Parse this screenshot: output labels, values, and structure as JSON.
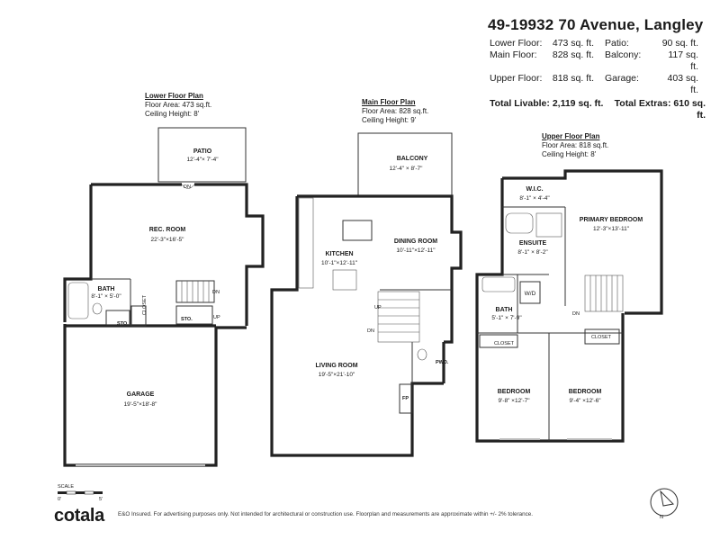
{
  "header": {
    "title": "49-19932 70 Avenue, Langley",
    "areas": [
      {
        "label": "Lower Floor:",
        "value": "473 sq. ft.",
        "label2": "Patio:",
        "value2": "90 sq. ft."
      },
      {
        "label": "Main Floor:",
        "value": "828 sq. ft.",
        "label2": "Balcony:",
        "value2": "117 sq. ft."
      },
      {
        "label": "Upper Floor:",
        "value": "818 sq. ft.",
        "label2": "Garage:",
        "value2": "403 sq. ft."
      }
    ],
    "total_livable_label": "Total Livable:",
    "total_livable_value": "2,119 sq. ft.",
    "total_extras_label": "Total Extras:",
    "total_extras_value": "610 sq. ft."
  },
  "floors": {
    "lower": {
      "title": "Lower Floor Plan",
      "area": "Floor Area: 473 sq.ft.",
      "ceiling": "Ceiling Height: 8'"
    },
    "main": {
      "title": "Main Floor Plan",
      "area": "Floor Area: 828 sq.ft.",
      "ceiling": "Ceiling Height: 9'"
    },
    "upper": {
      "title": "Upper Floor Plan",
      "area": "Floor Area: 818 sq.ft.",
      "ceiling": "Ceiling Height: 8'"
    }
  },
  "rooms": {
    "patio": {
      "name": "PATIO",
      "dims": "12'-4\"× 7'-4\""
    },
    "rec_room": {
      "name": "REC. ROOM",
      "dims": "22'-3\"×16'-5\""
    },
    "bath_lower": {
      "name": "BATH",
      "dims": "8'-1\" × 5'-0\""
    },
    "sto1": {
      "name": "STO."
    },
    "closet_lower": {
      "name": "CLOSET"
    },
    "sto2": {
      "name": "STO."
    },
    "garage": {
      "name": "GARAGE",
      "dims": "19'-5\"×18'-8\""
    },
    "balcony": {
      "name": "BALCONY",
      "dims": "12'-4\" × 8'-7\""
    },
    "kitchen": {
      "name": "KITCHEN",
      "dims": "10'-1\"×12'-11\""
    },
    "dining": {
      "name": "DINING ROOM",
      "dims": "10'-11\"×12'-11\""
    },
    "living": {
      "name": "LIVING ROOM",
      "dims": "19'-5\"×21'-10\""
    },
    "pwd": {
      "name": "PWD."
    },
    "fp": {
      "name": "FP"
    },
    "wic": {
      "name": "W.I.C.",
      "dims": "8'-1\" × 4'-4\""
    },
    "primary": {
      "name": "PRIMARY BEDROOM",
      "dims": "12'-3\"×13'-11\""
    },
    "ensuite": {
      "name": "ENSUITE",
      "dims": "8'-1\" × 8'-2\""
    },
    "wd": {
      "name": "W/D"
    },
    "bath_upper": {
      "name": "BATH",
      "dims": "5'-1\" × 7'-9\""
    },
    "closet_u1": {
      "name": "CLOSET"
    },
    "closet_u2": {
      "name": "CLOSET"
    },
    "bed1": {
      "name": "BEDROOM",
      "dims": "9'-8\" ×12'-7\""
    },
    "bed2": {
      "name": "BEDROOM",
      "dims": "9'-4\" ×12'-6\""
    }
  },
  "stair_labels": {
    "dn": "DN",
    "up": "UP"
  },
  "scale": {
    "label": "SCALE",
    "zero": "0'",
    "five": "5'"
  },
  "footer": {
    "logo": "cotala",
    "disclaimer": "E&O Insured. For advertising purposes only. Not intended for architectural or construction use. Floorplan and measurements are approximate within +/- 2% tolerance."
  },
  "compass": {
    "letter": "N"
  }
}
